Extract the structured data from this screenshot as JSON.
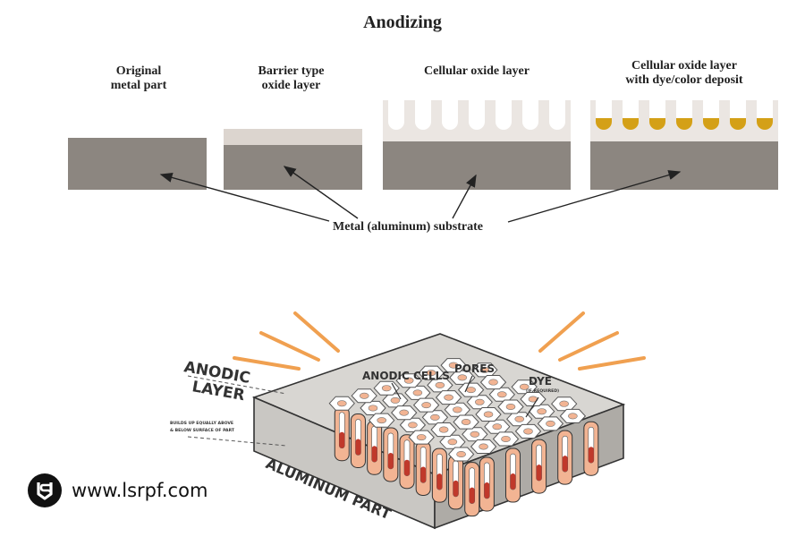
{
  "title": "Anodizing",
  "stages": [
    {
      "label_line1": "Original",
      "label_line2": "metal part"
    },
    {
      "label_line1": "Barrier type",
      "label_line2": "oxide layer"
    },
    {
      "label_line1": "Cellular oxide layer",
      "label_line2": ""
    },
    {
      "label_line1": "Cellular oxide layer",
      "label_line2": "with dye/color deposit"
    }
  ],
  "substrate_label": "Metal (aluminum) substrate",
  "illustration": {
    "anodic_layer_line1": "ANODIC",
    "anodic_layer_line2": "LAYER",
    "builds_note_line1": "BUILDS UP EQUALLY ABOVE",
    "builds_note_line2": "& BELOW SURFACE OF PART",
    "anodic_cells": "ANODIC CELLS",
    "pores": "PORES",
    "dye": "DYE",
    "dye_note": "(IF REQUIRED)",
    "aluminum_part": "ALUMINUM PART"
  },
  "watermark": {
    "text": "www.lsrpf.com",
    "logo": "lsrpf-logo-icon"
  },
  "colors": {
    "substrate": "#8c8680",
    "oxide": "#ebe6e2",
    "dye": "#d4a017",
    "cell": "#f2b493",
    "pore": "#c0392b",
    "rays": "#f0a050"
  }
}
